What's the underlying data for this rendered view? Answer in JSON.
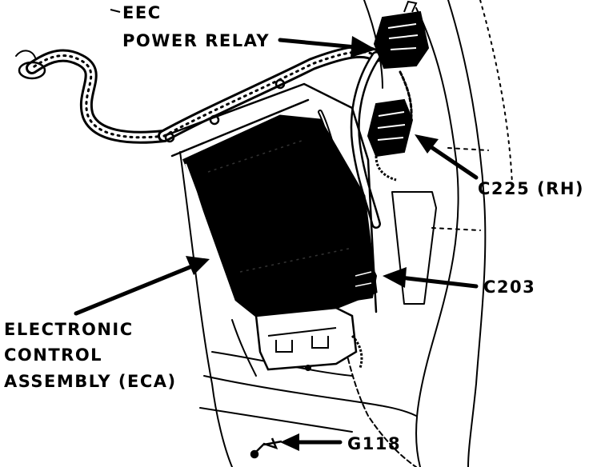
{
  "labels": {
    "eec_line1": "EEC",
    "eec_line2": "POWER RELAY",
    "c225": "C225 (RH)",
    "c203": "C203",
    "eca_line1": "ELECTRONIC",
    "eca_line2": "CONTROL",
    "eca_line3": "ASSEMBLY (ECA)",
    "g118": "G118"
  },
  "colors": {
    "ink": "#000000",
    "paper": "#ffffff"
  }
}
